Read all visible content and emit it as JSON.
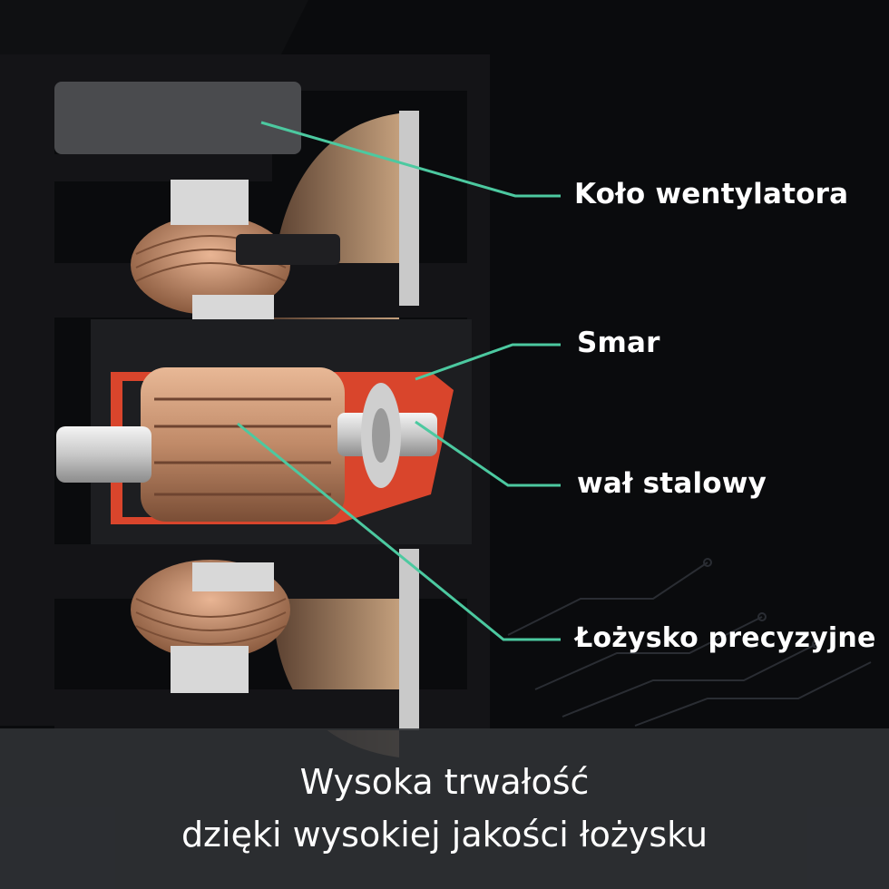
{
  "labels": {
    "fan_wheel": "Koło wentylatora",
    "grease": "Smar",
    "steel_shaft": "wał stalowy",
    "precision_bearing": "Łożysko precyzyjne"
  },
  "caption": {
    "line1": "Wysoka trwałość",
    "line2": "dzięki wysokiej jakości łożysku"
  },
  "colors": {
    "background": "#0a0b0d",
    "housing": "#141417",
    "leader_line": "#4cc9a0",
    "copper": "#c89270",
    "grease_red": "#e0523a",
    "caption_bar": "#303236"
  }
}
